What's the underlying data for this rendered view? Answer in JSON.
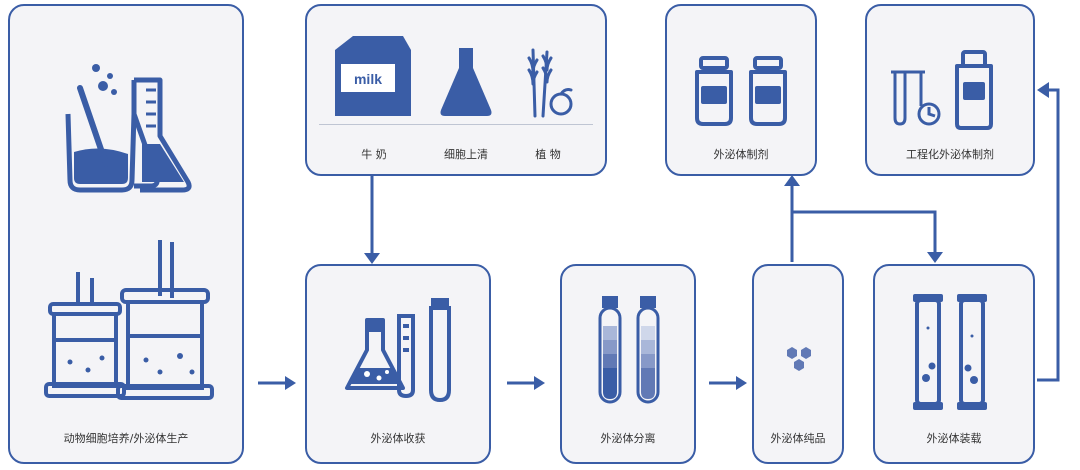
{
  "colors": {
    "primary": "#3a5da6",
    "box_bg": "#f4f4f7",
    "text": "#333333"
  },
  "stages": {
    "cell_culture": {
      "label": "动物细胞培养/外泌体生产",
      "icons": [
        "beaker-icon",
        "flask-icon",
        "bioreactor-icon"
      ]
    },
    "sources": {
      "items": [
        {
          "label": "牛 奶",
          "icon": "milk-carton-icon",
          "icon_text": "milk"
        },
        {
          "label": "细胞上清",
          "icon": "flask-icon"
        },
        {
          "label": "植 物",
          "icon": "wheat-icon"
        }
      ]
    },
    "harvest": {
      "label": "外泌体收获",
      "icons": [
        "flask-icon",
        "test-tube-icon"
      ]
    },
    "separation": {
      "label": "外泌体分离",
      "icons": [
        "centrifuge-tube-icon"
      ]
    },
    "purification": {
      "label": "外泌体纯品",
      "icons": [
        "hexagon-molecule-icon"
      ]
    },
    "loading": {
      "label": "外泌体装载",
      "icons": [
        "column-tube-icon"
      ]
    },
    "formulation": {
      "label": "外泌体制剂",
      "icons": [
        "vial-icon"
      ]
    },
    "engineered": {
      "label": "工程化外泌体制剂",
      "icons": [
        "test-tube-timer-icon",
        "bottle-icon"
      ]
    }
  }
}
